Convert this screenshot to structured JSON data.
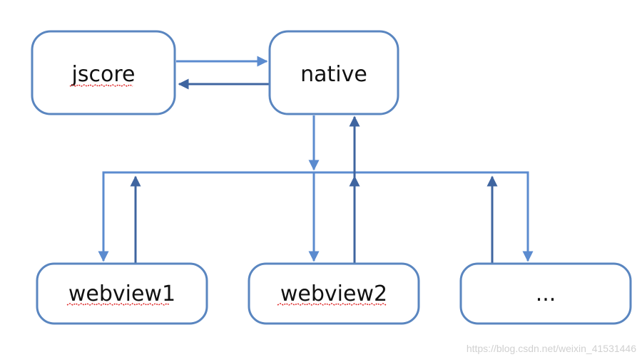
{
  "nodes": {
    "jscore": "jscore",
    "native": "native",
    "webview1": "webview1",
    "webview2": "webview2",
    "more": "..."
  },
  "watermark": "https://blog.csdn.net/weixin_41531446",
  "colors": {
    "box_border": "#5a86c0",
    "arrow_light": "#5b8bcf",
    "arrow_dark": "#3f65a0",
    "spellcheck_underline": "#e03030",
    "watermark": "#d0d0d0"
  }
}
